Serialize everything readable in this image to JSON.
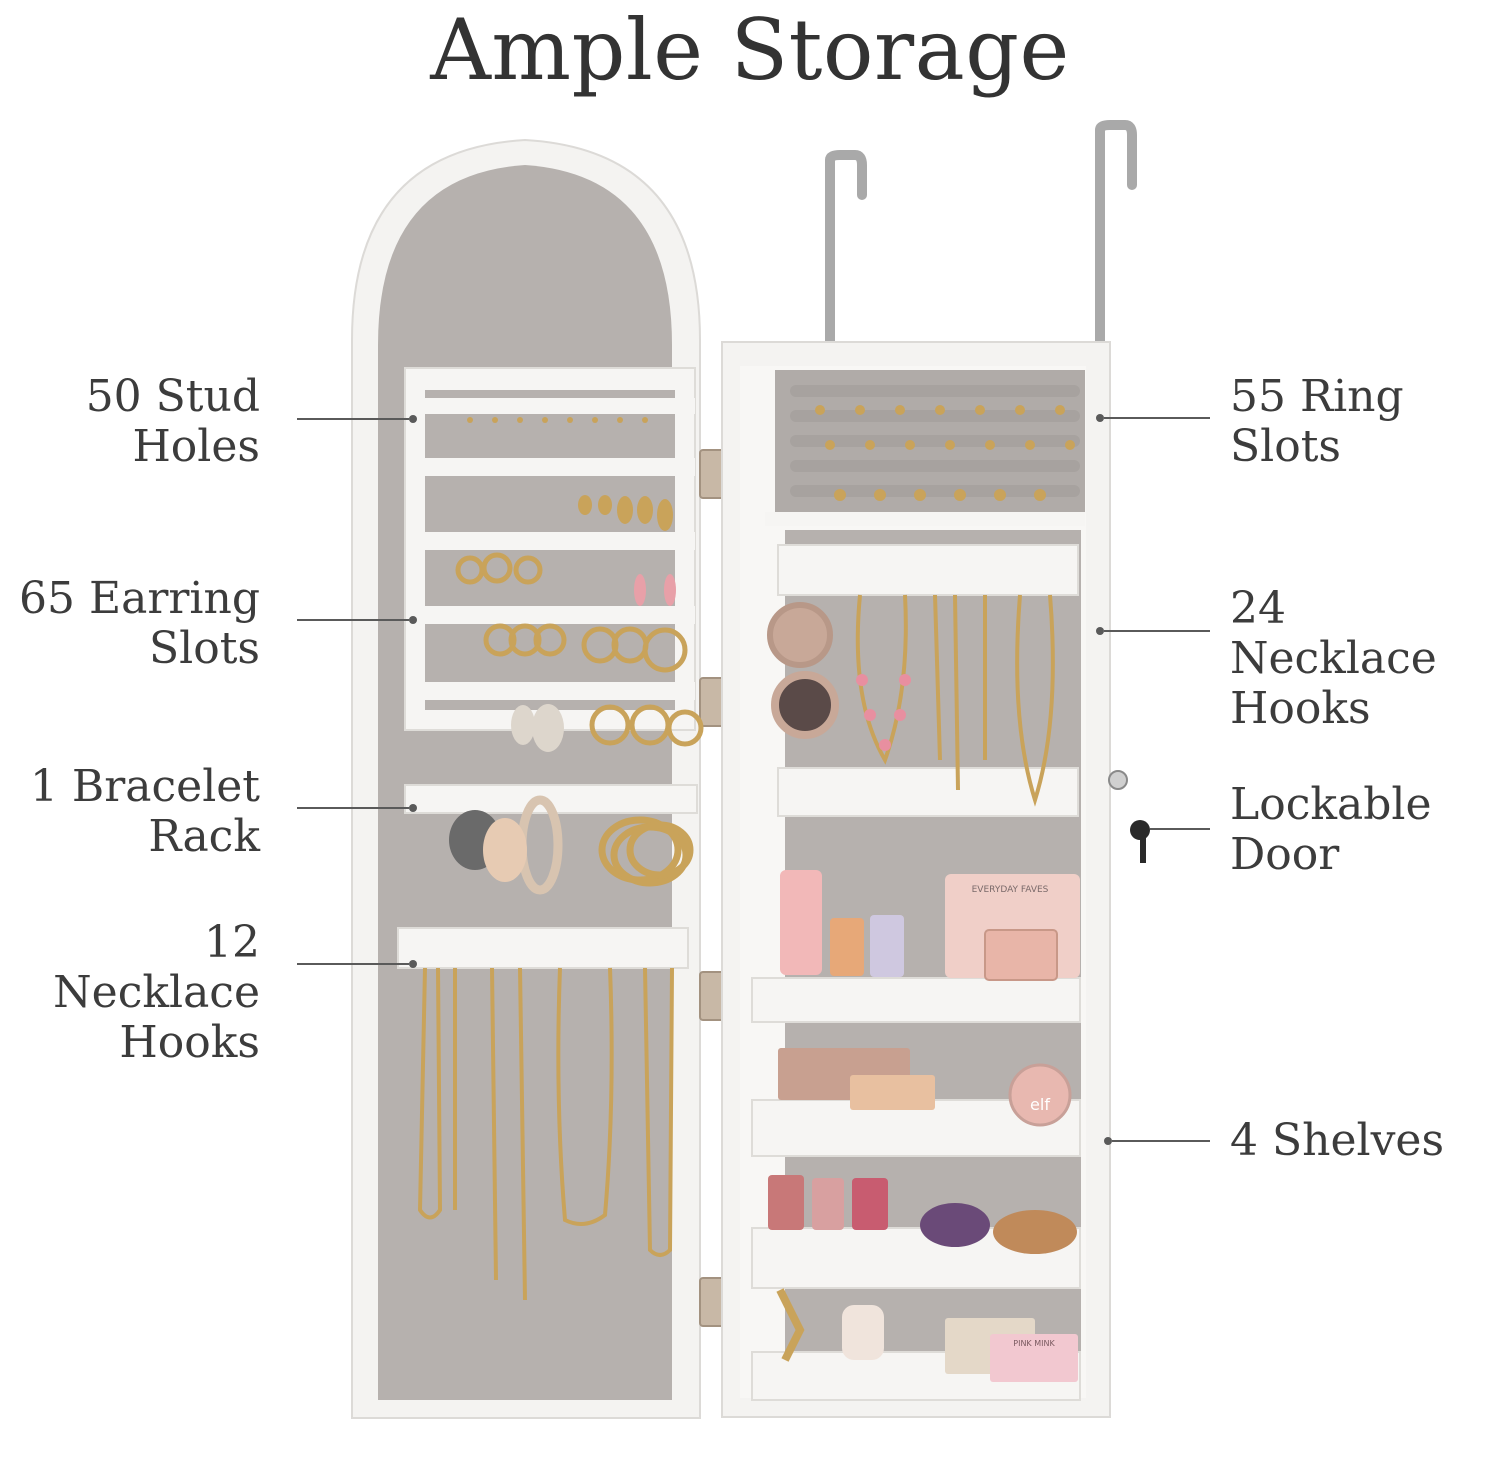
{
  "title": "Ample Storage",
  "labels": {
    "stud_holes": [
      "50 Stud",
      "Holes"
    ],
    "earring_slots": [
      "65 Earring",
      "Slots"
    ],
    "bracelet_rack": [
      "1 Bracelet",
      "Rack"
    ],
    "necklace_hooks_door": [
      "12 Necklace",
      "Hooks"
    ],
    "ring_slots": [
      "55 Ring",
      "Slots"
    ],
    "necklace_hooks_cabinet": [
      "24 Necklace",
      "Hooks"
    ],
    "lockable_door": [
      "Lockable",
      "Door"
    ],
    "shelves": [
      "4 Shelves"
    ]
  },
  "product_text": {
    "palette_box": "EVERYDAY FAVES",
    "blush": "elf",
    "lash_box": "PINK MINK"
  },
  "colors": {
    "cabinet_white": "#f4f3f1",
    "velvet_gray": "#b6b1ae",
    "gold": "#c9a35a",
    "hardware_silver": "#a9a9a9"
  }
}
